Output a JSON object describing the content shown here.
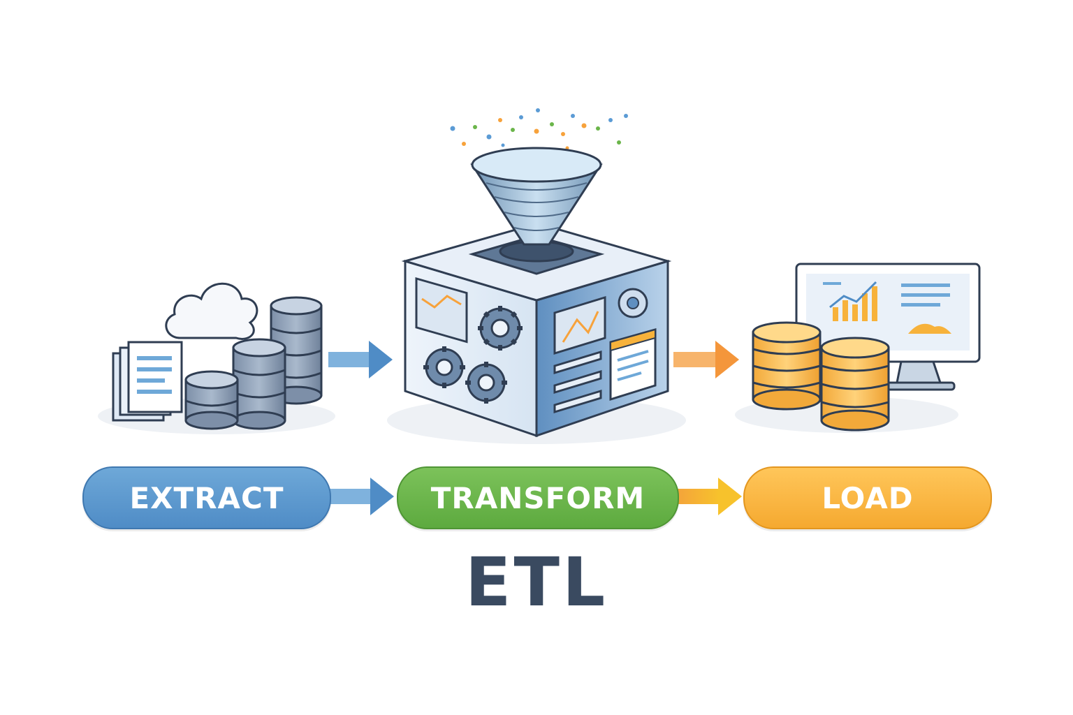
{
  "stages": {
    "extract": "EXTRACT",
    "transform": "TRANSFORM",
    "load": "LOAD"
  },
  "title": "ETL",
  "colors": {
    "extract": "#5b9bd5",
    "transform": "#6bb54a",
    "load": "#f7b23b",
    "title": "#3a4a60",
    "arrow_extract": "#5b9bd5",
    "arrow_load": "#f7a23b"
  },
  "icons": [
    "cloud-icon",
    "documents-icon",
    "database-icon",
    "funnel-icon",
    "gear-icon",
    "processing-box-icon",
    "monitor-icon",
    "bar-chart-icon"
  ]
}
